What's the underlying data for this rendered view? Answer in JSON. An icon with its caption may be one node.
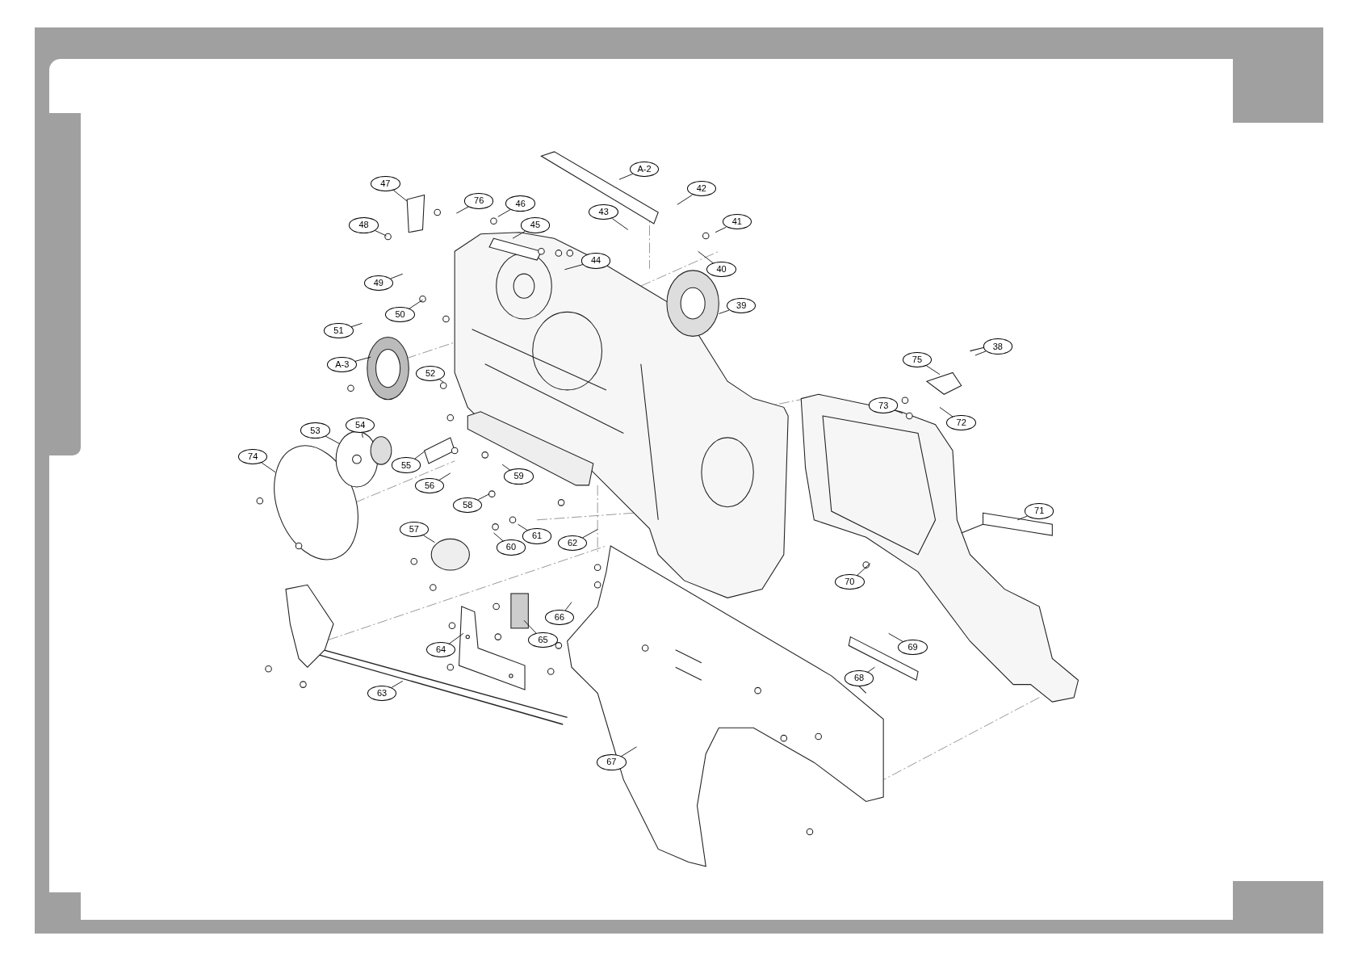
{
  "diagram": {
    "nodes": [
      {
        "text": [
          "A-2"
        ]
      },
      {
        "text": [
          "47"
        ]
      },
      {
        "text": [
          "42"
        ]
      },
      {
        "text": [
          "76"
        ]
      },
      {
        "text": [
          "46"
        ]
      },
      {
        "text": [
          "43"
        ]
      },
      {
        "text": [
          "41"
        ]
      },
      {
        "text": [
          "48"
        ]
      },
      {
        "text": [
          "45"
        ]
      },
      {
        "text": [
          "44"
        ]
      },
      {
        "text": [
          "40"
        ]
      },
      {
        "text": [
          "49"
        ]
      },
      {
        "text": [
          "39"
        ]
      },
      {
        "text": [
          "50"
        ]
      },
      {
        "text": [
          "51"
        ]
      },
      {
        "text": [
          "38"
        ]
      },
      {
        "text": [
          "75"
        ]
      },
      {
        "text": [
          "A-3"
        ]
      },
      {
        "text": [
          "52"
        ]
      },
      {
        "text": [
          "73"
        ]
      },
      {
        "text": [
          "72"
        ]
      },
      {
        "text": [
          "54"
        ]
      },
      {
        "text": [
          "53"
        ]
      },
      {
        "text": [
          "74"
        ]
      },
      {
        "text": [
          "55"
        ]
      },
      {
        "text": [
          "59"
        ]
      },
      {
        "text": [
          "56"
        ]
      },
      {
        "text": [
          "58"
        ]
      },
      {
        "text": [
          "71"
        ]
      },
      {
        "text": [
          "57"
        ]
      },
      {
        "text": [
          "61"
        ]
      },
      {
        "text": [
          "62"
        ]
      },
      {
        "text": [
          "60"
        ]
      },
      {
        "text": [
          "70"
        ]
      },
      {
        "text": [
          "66"
        ]
      },
      {
        "text": [
          "65"
        ]
      },
      {
        "text": [
          "69"
        ]
      },
      {
        "text": [
          "64"
        ]
      },
      {
        "text": [
          "68"
        ]
      },
      {
        "text": [
          "63"
        ]
      },
      {
        "text": [
          "67"
        ]
      }
    ],
    "edges": [
      {
        "from": 0,
        "to": null,
        "arrow": "none"
      },
      {
        "from": 1,
        "to": null,
        "arrow": "none"
      },
      {
        "from": 2,
        "to": null,
        "arrow": "none"
      },
      {
        "from": 3,
        "to": null,
        "arrow": "none"
      },
      {
        "from": 4,
        "to": null,
        "arrow": "none"
      },
      {
        "from": 5,
        "to": null,
        "arrow": "none"
      },
      {
        "from": 6,
        "to": null,
        "arrow": "none"
      },
      {
        "from": 7,
        "to": null,
        "arrow": "none"
      },
      {
        "from": 8,
        "to": null,
        "arrow": "none"
      },
      {
        "from": 9,
        "to": null,
        "arrow": "none"
      },
      {
        "from": 10,
        "to": null,
        "arrow": "none"
      },
      {
        "from": 11,
        "to": null,
        "arrow": "none"
      },
      {
        "from": 12,
        "to": null,
        "arrow": "none"
      },
      {
        "from": 13,
        "to": null,
        "arrow": "none"
      },
      {
        "from": 14,
        "to": null,
        "arrow": "none"
      },
      {
        "from": 15,
        "to": null,
        "arrow": "none"
      },
      {
        "from": 16,
        "to": null,
        "arrow": "none"
      },
      {
        "from": 17,
        "to": null,
        "arrow": "none"
      },
      {
        "from": 18,
        "to": null,
        "arrow": "none"
      },
      {
        "from": 19,
        "to": null,
        "arrow": "none"
      },
      {
        "from": 20,
        "to": null,
        "arrow": "none"
      },
      {
        "from": 21,
        "to": null,
        "arrow": "none"
      },
      {
        "from": 22,
        "to": null,
        "arrow": "none"
      },
      {
        "from": 23,
        "to": null,
        "arrow": "none"
      },
      {
        "from": 24,
        "to": null,
        "arrow": "none"
      },
      {
        "from": 25,
        "to": null,
        "arrow": "none"
      },
      {
        "from": 26,
        "to": null,
        "arrow": "none"
      },
      {
        "from": 27,
        "to": null,
        "arrow": "none"
      },
      {
        "from": 28,
        "to": null,
        "arrow": "none"
      },
      {
        "from": 29,
        "to": null,
        "arrow": "none"
      },
      {
        "from": 30,
        "to": null,
        "arrow": "none"
      },
      {
        "from": 31,
        "to": null,
        "arrow": "none"
      },
      {
        "from": 32,
        "to": null,
        "arrow": "none"
      },
      {
        "from": 33,
        "to": null,
        "arrow": "none"
      },
      {
        "from": 34,
        "to": null,
        "arrow": "none"
      },
      {
        "from": 35,
        "to": null,
        "arrow": "none"
      },
      {
        "from": 36,
        "to": null,
        "arrow": "none"
      },
      {
        "from": 37,
        "to": null,
        "arrow": "none"
      },
      {
        "from": 38,
        "to": null,
        "arrow": "none"
      },
      {
        "from": 39,
        "to": null,
        "arrow": "none"
      },
      {
        "from": 40,
        "to": null,
        "arrow": "none"
      }
    ]
  }
}
